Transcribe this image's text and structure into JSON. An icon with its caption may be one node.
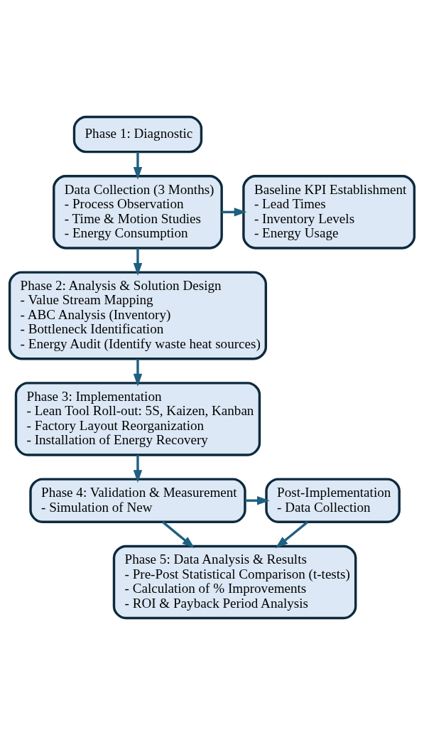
{
  "diagram": {
    "nodes": [
      {
        "text": [
          "Phase 1: Diagnostic"
        ]
      },
      {
        "text": [
          "Data Collection (3 Months)",
          "- Process Observation",
          "- Time & Motion Studies",
          "- Energy Consumption"
        ]
      },
      {
        "text": [
          "Baseline KPI Establishment",
          "- Lead Times",
          "- Inventory Levels",
          "- Energy Usage"
        ]
      },
      {
        "text": [
          "Phase 2: Analysis & Solution Design",
          "- Value Stream Mapping",
          "- ABC Analysis (Inventory)",
          "- Bottleneck Identification",
          "- Energy Audit (Identify waste heat sources)"
        ]
      },
      {
        "text": [
          "Phase 3: Implementation",
          "- Lean Tool Roll-out: 5S, Kaizen, Kanban",
          "- Factory Layout Reorganization",
          "- Installation of Energy Recovery"
        ]
      },
      {
        "text": [
          "Phase 4: Validation & Measurement",
          "- Simulation of New"
        ]
      },
      {
        "text": [
          "Post-Implementation",
          "- Data Collection"
        ]
      },
      {
        "text": [
          "Phase 5: Data Analysis & Results",
          "- Pre-Post Statistical Comparison (t-tests)",
          "- Calculation of % Improvements",
          "- ROI & Payback Period Analysis"
        ]
      }
    ],
    "edges": [
      {
        "from": 0,
        "to": 1,
        "arrow": "to"
      },
      {
        "from": 1,
        "to": 2,
        "arrow": "to"
      },
      {
        "from": 1,
        "to": 3,
        "arrow": "to"
      },
      {
        "from": 3,
        "to": 4,
        "arrow": "to"
      },
      {
        "from": 4,
        "to": 5,
        "arrow": "to"
      },
      {
        "from": 5,
        "to": 6,
        "arrow": "to"
      },
      {
        "from": 5,
        "to": 7,
        "arrow": "to"
      },
      {
        "from": 6,
        "to": 7,
        "arrow": "to"
      }
    ]
  }
}
